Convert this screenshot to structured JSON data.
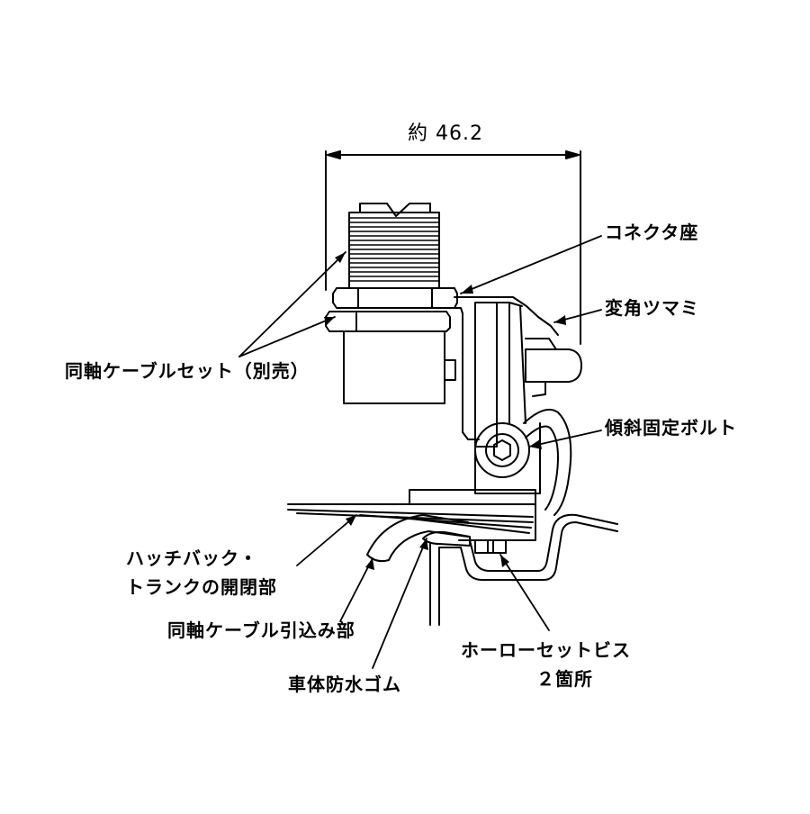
{
  "diagram": {
    "dimension_label": "約 46.2",
    "labels": {
      "connector_seat": "コネクタ座",
      "angle_knob": "変角ツマミ",
      "coax_cable_set": "同軸ケーブルセット（別売）",
      "tilt_bolt": "傾斜固定ボルト",
      "hatch_trunk_line1": "ハッチバック・",
      "hatch_trunk_line2": "トランクの開閉部",
      "coax_inlet": "同軸ケーブル引込み部",
      "body_rubber": "車体防水ゴム",
      "screw_line1": "ホーローセットビス",
      "screw_line2": "２箇所"
    }
  }
}
